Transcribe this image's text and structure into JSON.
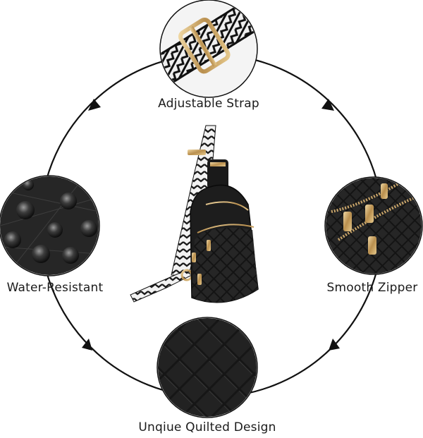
{
  "features": {
    "top": {
      "label": "Adjustable Strap",
      "icon": "strap-buckle-closeup"
    },
    "right": {
      "label": "Smooth Zipper",
      "icon": "zipper-closeup"
    },
    "bottom": {
      "label": "Unqiue Quilted Design",
      "icon": "quilted-leather-closeup"
    },
    "left": {
      "label": "Water-Resistant",
      "icon": "water-droplets-closeup"
    }
  },
  "product": {
    "icon": "black-quilted-sling-bag"
  },
  "colors": {
    "leather": "#1c1c1c",
    "hardware": "#c9a56a",
    "strap_light": "#e8e8e8",
    "ring": "#111111"
  }
}
